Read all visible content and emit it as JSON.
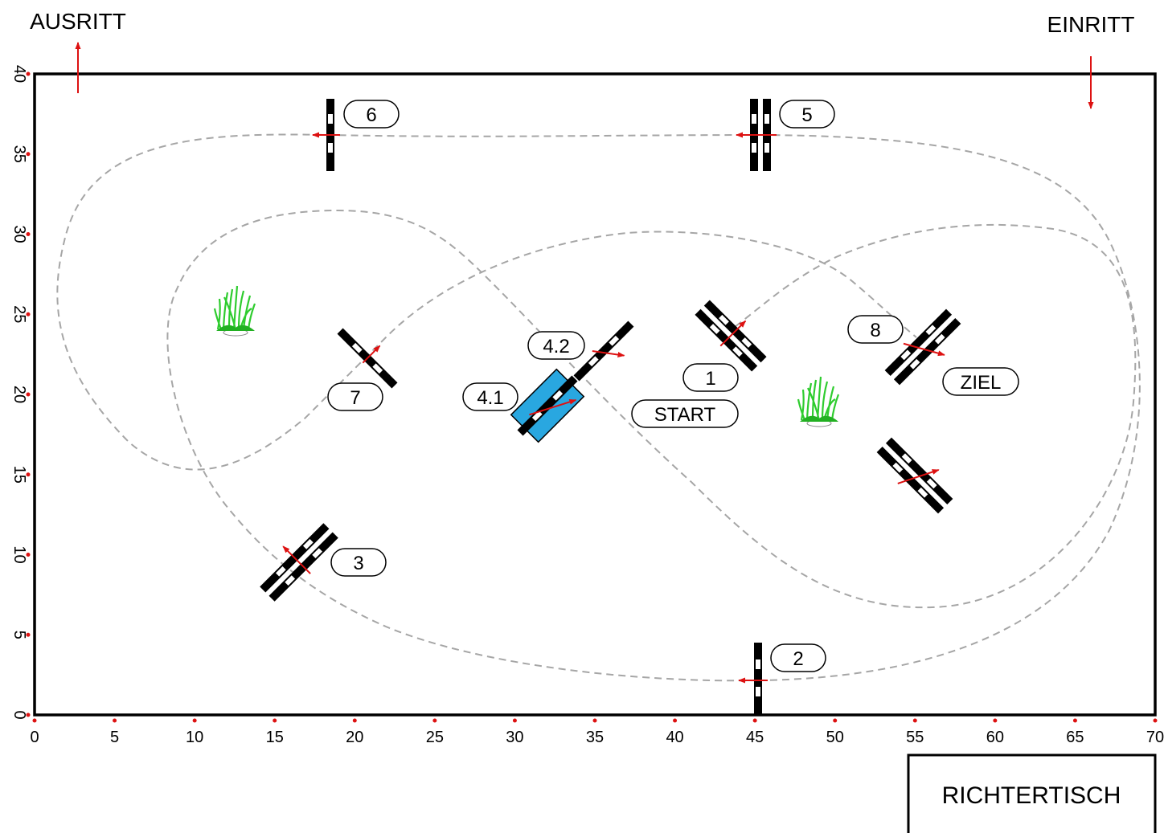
{
  "labels": {
    "ausritt": "AUSRITT",
    "einritt": "EINRITT",
    "richtertisch": "RICHTERTISCH",
    "start": "START",
    "ziel": "ZIEL"
  },
  "axes": {
    "x_ticks": [
      "0",
      "5",
      "10",
      "15",
      "20",
      "25",
      "30",
      "35",
      "40",
      "45",
      "50",
      "55",
      "60",
      "65",
      "70"
    ],
    "y_ticks": [
      "0",
      "5",
      "10",
      "15",
      "20",
      "25",
      "30",
      "35",
      "40"
    ]
  },
  "obstacles": [
    {
      "id": "1",
      "label": "1"
    },
    {
      "id": "2",
      "label": "2"
    },
    {
      "id": "3",
      "label": "3"
    },
    {
      "id": "4.1",
      "label": "4.1"
    },
    {
      "id": "4.2",
      "label": "4.2"
    },
    {
      "id": "5",
      "label": "5"
    },
    {
      "id": "6",
      "label": "6"
    },
    {
      "id": "7",
      "label": "7"
    },
    {
      "id": "8",
      "label": "8"
    }
  ],
  "colors": {
    "arrow": "#dd1111",
    "tick_dot": "#dd1111",
    "water": "#29a7e0",
    "route": "#a6a6a6",
    "plant": "#33cc33"
  },
  "icons": {
    "plant": "grass-plant-icon",
    "pole": "jump-pole-icon",
    "arrow": "direction-arrow-icon"
  }
}
